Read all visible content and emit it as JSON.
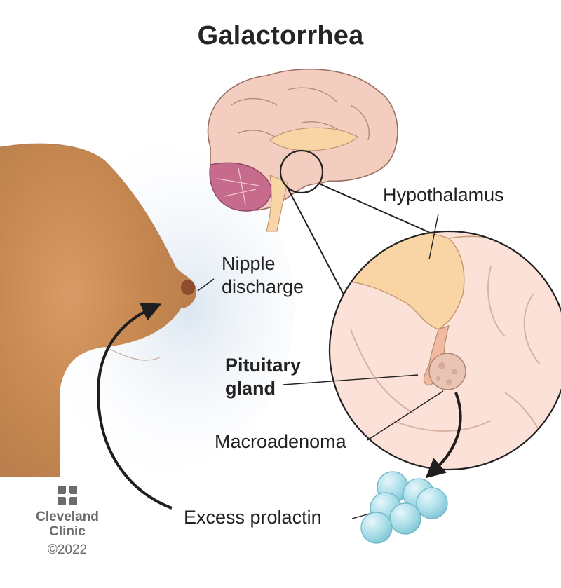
{
  "title": "Galactorrhea",
  "labels": {
    "hypothalamus": "Hypothalamus",
    "nipple_discharge": [
      "Nipple",
      "discharge"
    ],
    "pituitary_gland": [
      "Pituitary",
      "gland"
    ],
    "macroadenoma": "Macroadenoma",
    "excess_prolactin": "Excess prolactin"
  },
  "logo": {
    "name_line1": "Cleveland",
    "name_line2": "Clinic",
    "copyright": "©2022"
  },
  "colors": {
    "brain": "#f3cdbf",
    "brain_outline": "#9a6f63",
    "cerebellum": "#c76b8c",
    "hypothalamus": "#f9d4a4",
    "skin": "#c58a5a",
    "prolactin": "#a9dde8",
    "arrow": "#1e1e1e"
  }
}
